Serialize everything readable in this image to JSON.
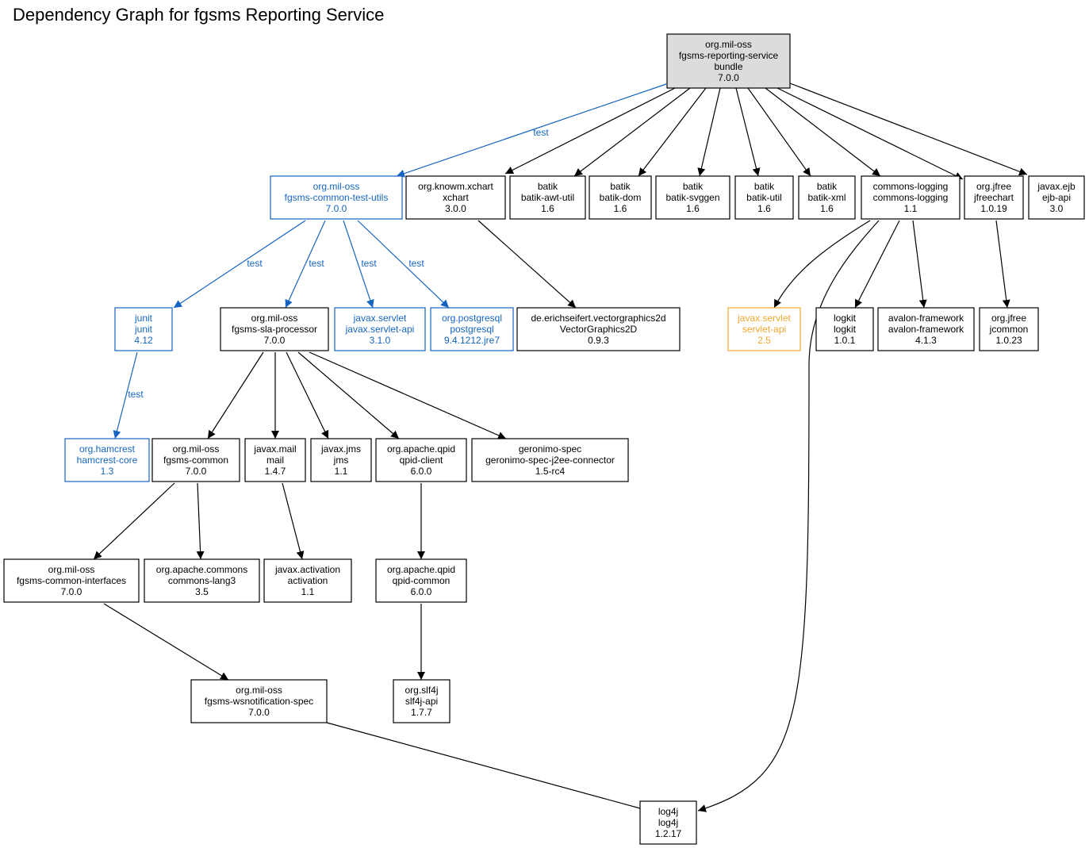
{
  "title": "Dependency Graph for fgsms Reporting Service",
  "colors": {
    "default": "#000000",
    "test": "#1565c0",
    "optional": "#f0a830",
    "root_fill": "#dcdcdc"
  },
  "nodes": [
    {
      "id": "root",
      "lines": [
        "org.mil-oss",
        "fgsms-reporting-service",
        "bundle",
        "7.0.0"
      ],
      "style": "root"
    },
    {
      "id": "test-utils",
      "lines": [
        "org.mil-oss",
        "fgsms-common-test-utils",
        "7.0.0"
      ],
      "style": "test"
    },
    {
      "id": "xchart",
      "lines": [
        "org.knowm.xchart",
        "xchart",
        "3.0.0"
      ],
      "style": "normal"
    },
    {
      "id": "batik-awt-util",
      "lines": [
        "batik",
        "batik-awt-util",
        "1.6"
      ],
      "style": "normal"
    },
    {
      "id": "batik-dom",
      "lines": [
        "batik",
        "batik-dom",
        "1.6"
      ],
      "style": "normal"
    },
    {
      "id": "batik-svggen",
      "lines": [
        "batik",
        "batik-svggen",
        "1.6"
      ],
      "style": "normal"
    },
    {
      "id": "batik-util",
      "lines": [
        "batik",
        "batik-util",
        "1.6"
      ],
      "style": "normal"
    },
    {
      "id": "batik-xml",
      "lines": [
        "batik",
        "batik-xml",
        "1.6"
      ],
      "style": "normal"
    },
    {
      "id": "commons-logging",
      "lines": [
        "commons-logging",
        "commons-logging",
        "1.1"
      ],
      "style": "normal"
    },
    {
      "id": "jfreechart",
      "lines": [
        "org.jfree",
        "jfreechart",
        "1.0.19"
      ],
      "style": "normal"
    },
    {
      "id": "ejb-api",
      "lines": [
        "javax.ejb",
        "ejb-api",
        "3.0"
      ],
      "style": "normal"
    },
    {
      "id": "junit",
      "lines": [
        "junit",
        "junit",
        "4.12"
      ],
      "style": "test"
    },
    {
      "id": "sla-processor",
      "lines": [
        "org.mil-oss",
        "fgsms-sla-processor",
        "7.0.0"
      ],
      "style": "normal"
    },
    {
      "id": "servlet-api-31",
      "lines": [
        "javax.servlet",
        "javax.servlet-api",
        "3.1.0"
      ],
      "style": "test"
    },
    {
      "id": "postgresql",
      "lines": [
        "org.postgresql",
        "postgresql",
        "9.4.1212.jre7"
      ],
      "style": "test"
    },
    {
      "id": "vectorgraphics",
      "lines": [
        "de.erichseifert.vectorgraphics2d",
        "VectorGraphics2D",
        "0.9.3"
      ],
      "style": "normal"
    },
    {
      "id": "servlet-api-25",
      "lines": [
        "javax.servlet",
        "servlet-api",
        "2.5"
      ],
      "style": "opt"
    },
    {
      "id": "logkit",
      "lines": [
        "logkit",
        "logkit",
        "1.0.1"
      ],
      "style": "normal"
    },
    {
      "id": "avalon",
      "lines": [
        "avalon-framework",
        "avalon-framework",
        "4.1.3"
      ],
      "style": "normal"
    },
    {
      "id": "jcommon",
      "lines": [
        "org.jfree",
        "jcommon",
        "1.0.23"
      ],
      "style": "normal"
    },
    {
      "id": "hamcrest",
      "lines": [
        "org.hamcrest",
        "hamcrest-core",
        "1.3"
      ],
      "style": "test"
    },
    {
      "id": "fgsms-common",
      "lines": [
        "org.mil-oss",
        "fgsms-common",
        "7.0.0"
      ],
      "style": "normal"
    },
    {
      "id": "mail",
      "lines": [
        "javax.mail",
        "mail",
        "1.4.7"
      ],
      "style": "normal"
    },
    {
      "id": "jms",
      "lines": [
        "javax.jms",
        "jms",
        "1.1"
      ],
      "style": "normal"
    },
    {
      "id": "qpid-client",
      "lines": [
        "org.apache.qpid",
        "qpid-client",
        "6.0.0"
      ],
      "style": "normal"
    },
    {
      "id": "geronimo",
      "lines": [
        "geronimo-spec",
        "geronimo-spec-j2ee-connector",
        "1.5-rc4"
      ],
      "style": "normal"
    },
    {
      "id": "common-interfaces",
      "lines": [
        "org.mil-oss",
        "fgsms-common-interfaces",
        "7.0.0"
      ],
      "style": "normal"
    },
    {
      "id": "commons-lang3",
      "lines": [
        "org.apache.commons",
        "commons-lang3",
        "3.5"
      ],
      "style": "normal"
    },
    {
      "id": "activation",
      "lines": [
        "javax.activation",
        "activation",
        "1.1"
      ],
      "style": "normal"
    },
    {
      "id": "qpid-common",
      "lines": [
        "org.apache.qpid",
        "qpid-common",
        "6.0.0"
      ],
      "style": "normal"
    },
    {
      "id": "wsnotification",
      "lines": [
        "org.mil-oss",
        "fgsms-wsnotification-spec",
        "7.0.0"
      ],
      "style": "normal"
    },
    {
      "id": "slf4j",
      "lines": [
        "org.slf4j",
        "slf4j-api",
        "1.7.7"
      ],
      "style": "normal"
    },
    {
      "id": "log4j",
      "lines": [
        "log4j",
        "log4j",
        "1.2.17"
      ],
      "style": "normal"
    }
  ],
  "edges": [
    {
      "from": "root",
      "to": "test-utils",
      "label": "test",
      "style": "test"
    },
    {
      "from": "root",
      "to": "xchart",
      "label": "",
      "style": "normal"
    },
    {
      "from": "root",
      "to": "batik-awt-util",
      "label": "",
      "style": "normal"
    },
    {
      "from": "root",
      "to": "batik-dom",
      "label": "",
      "style": "normal"
    },
    {
      "from": "root",
      "to": "batik-svggen",
      "label": "",
      "style": "normal"
    },
    {
      "from": "root",
      "to": "batik-util",
      "label": "",
      "style": "normal"
    },
    {
      "from": "root",
      "to": "batik-xml",
      "label": "",
      "style": "normal"
    },
    {
      "from": "root",
      "to": "commons-logging",
      "label": "",
      "style": "normal"
    },
    {
      "from": "root",
      "to": "jfreechart",
      "label": "",
      "style": "normal"
    },
    {
      "from": "root",
      "to": "ejb-api",
      "label": "",
      "style": "normal"
    },
    {
      "from": "test-utils",
      "to": "junit",
      "label": "test",
      "style": "test"
    },
    {
      "from": "test-utils",
      "to": "sla-processor",
      "label": "test",
      "style": "test"
    },
    {
      "from": "test-utils",
      "to": "servlet-api-31",
      "label": "test",
      "style": "test"
    },
    {
      "from": "test-utils",
      "to": "postgresql",
      "label": "test",
      "style": "test"
    },
    {
      "from": "xchart",
      "to": "vectorgraphics",
      "label": "",
      "style": "normal"
    },
    {
      "from": "commons-logging",
      "to": "servlet-api-25",
      "label": "",
      "style": "normal"
    },
    {
      "from": "commons-logging",
      "to": "log4j",
      "label": "",
      "style": "normal"
    },
    {
      "from": "commons-logging",
      "to": "logkit",
      "label": "",
      "style": "normal"
    },
    {
      "from": "commons-logging",
      "to": "avalon",
      "label": "",
      "style": "normal"
    },
    {
      "from": "jfreechart",
      "to": "jcommon",
      "label": "",
      "style": "normal"
    },
    {
      "from": "junit",
      "to": "hamcrest",
      "label": "test",
      "style": "test"
    },
    {
      "from": "sla-processor",
      "to": "fgsms-common",
      "label": "",
      "style": "normal"
    },
    {
      "from": "sla-processor",
      "to": "mail",
      "label": "",
      "style": "normal"
    },
    {
      "from": "sla-processor",
      "to": "jms",
      "label": "",
      "style": "normal"
    },
    {
      "from": "sla-processor",
      "to": "qpid-client",
      "label": "",
      "style": "normal"
    },
    {
      "from": "sla-processor",
      "to": "geronimo",
      "label": "",
      "style": "normal"
    },
    {
      "from": "fgsms-common",
      "to": "common-interfaces",
      "label": "",
      "style": "normal"
    },
    {
      "from": "fgsms-common",
      "to": "commons-lang3",
      "label": "",
      "style": "normal"
    },
    {
      "from": "mail",
      "to": "activation",
      "label": "",
      "style": "normal"
    },
    {
      "from": "qpid-client",
      "to": "qpid-common",
      "label": "",
      "style": "normal"
    },
    {
      "from": "common-interfaces",
      "to": "wsnotification",
      "label": "",
      "style": "normal"
    },
    {
      "from": "qpid-common",
      "to": "slf4j",
      "label": "",
      "style": "normal"
    },
    {
      "from": "wsnotification",
      "to": "log4j",
      "label": "",
      "style": "normal"
    }
  ]
}
